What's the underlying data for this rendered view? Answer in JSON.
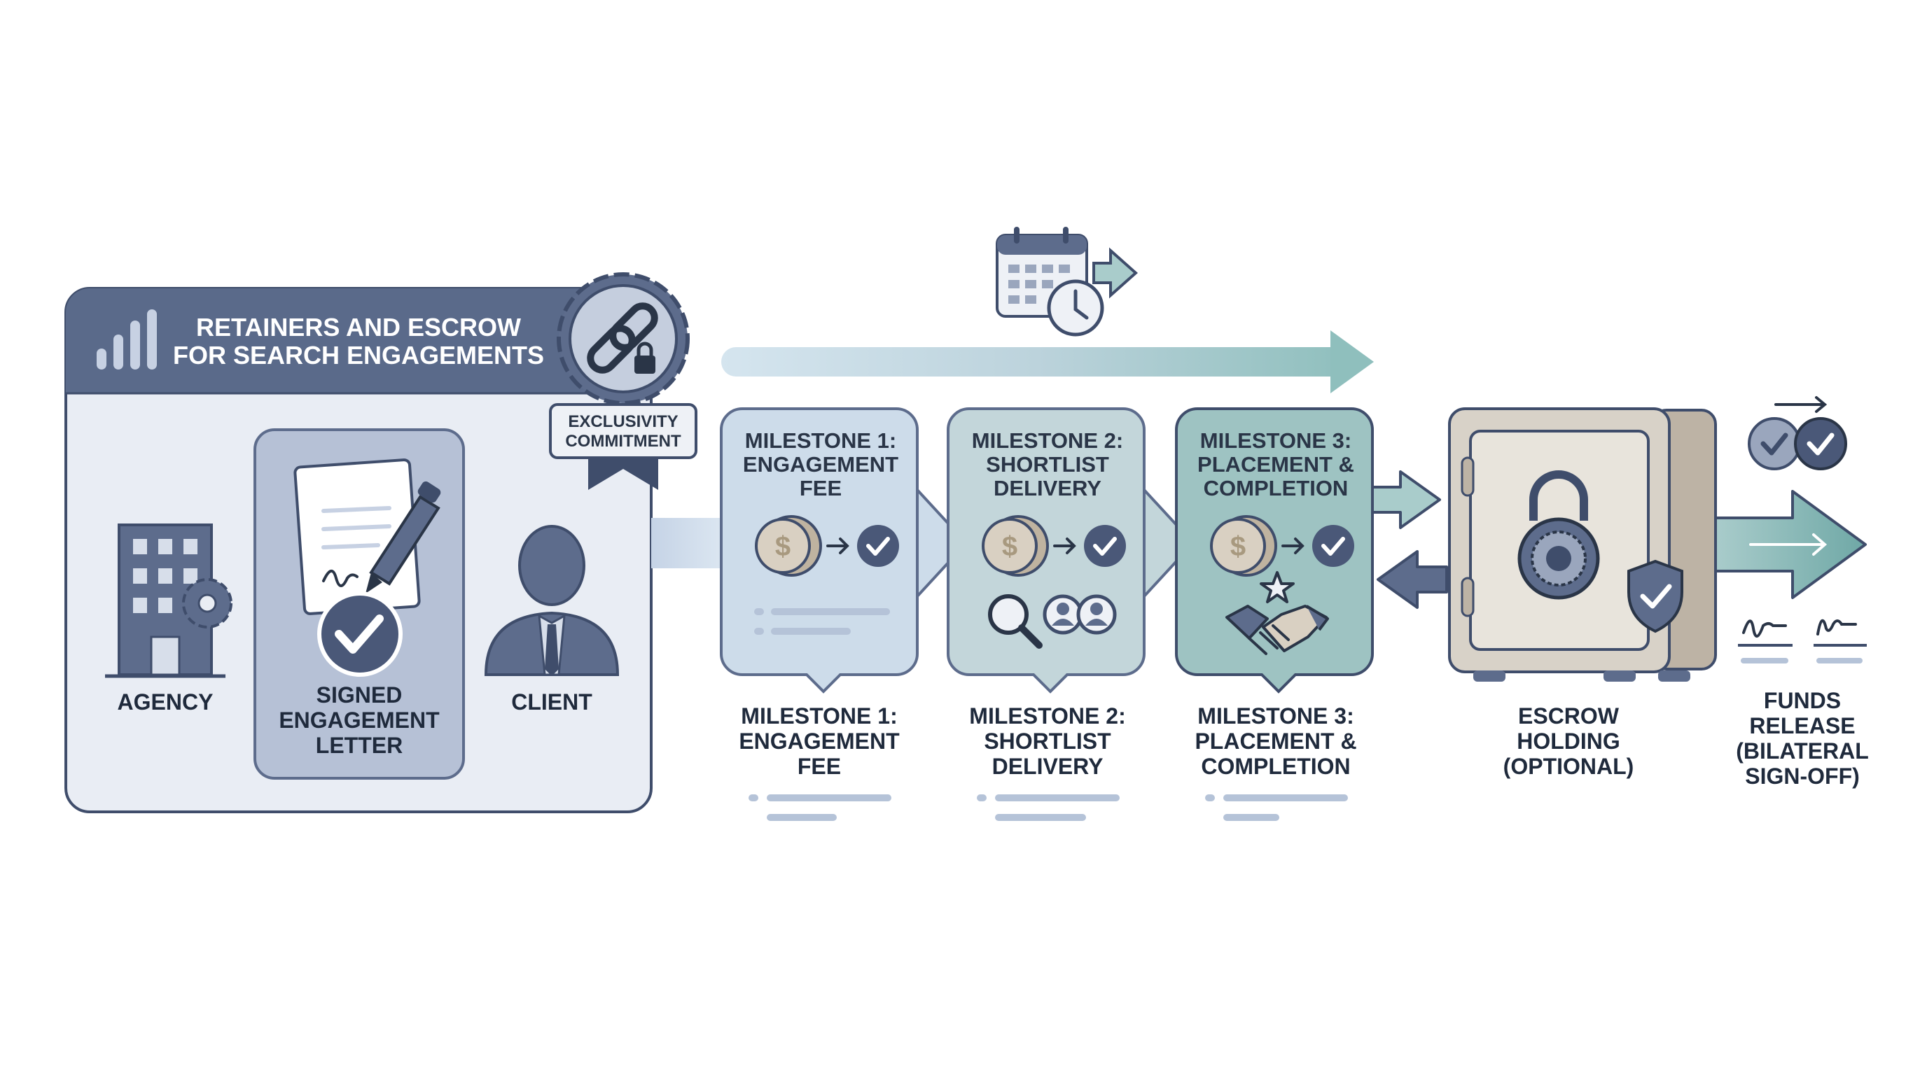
{
  "colors": {
    "navy": "#3f4d6b",
    "slate": "#5d6c8c",
    "panel": "#e9edf4",
    "header": "#5a6a8a",
    "milestone1": "#cddcea",
    "milestone2": "#c3d6da",
    "milestone3": "#9ec3c2",
    "safe": "#d8d2c8",
    "teal": "#7fb0ae"
  },
  "header": {
    "title_line1": "RETAINERS AND ESCROW",
    "title_line2": "FOR SEARCH ENGAGEMENTS"
  },
  "badge": {
    "line1": "EXCLUSIVITY",
    "line2": "COMMITMENT",
    "icon": "chain-link-lock-icon"
  },
  "parties": {
    "agency": "AGENCY",
    "letter_line1": "SIGNED",
    "letter_line2": "ENGAGEMENT",
    "letter_line3": "LETTER",
    "client": "CLIENT"
  },
  "milestones": [
    {
      "card_line1": "MILESTONE 1:",
      "card_line2": "ENGAGEMENT",
      "card_line3": "FEE",
      "label_line1": "MILESTONE 1:",
      "label_line2": "ENGAGEMENT",
      "label_line3": "FEE"
    },
    {
      "card_line1": "MILESTONE 2:",
      "card_line2": "SHORTLIST",
      "card_line3": "DELIVERY",
      "label_line1": "MILESTONE 2:",
      "label_line2": "SHORTLIST",
      "label_line3": "DELIVERY"
    },
    {
      "card_line1": "MILESTONE 3:",
      "card_line2": "PLACEMENT &",
      "card_line3": "COMPLETION",
      "label_line1": "MILESTONE 3:",
      "label_line2": "PLACEMENT &",
      "label_line3": "COMPLETION"
    }
  ],
  "escrow": {
    "line1": "ESCROW",
    "line2": "HOLDING",
    "line3": "(OPTIONAL)"
  },
  "release": {
    "line1": "FUNDS",
    "line2": "RELEASE",
    "line3": "(BILATERAL",
    "line4": "SIGN-OFF)"
  },
  "coin_symbol": "$"
}
